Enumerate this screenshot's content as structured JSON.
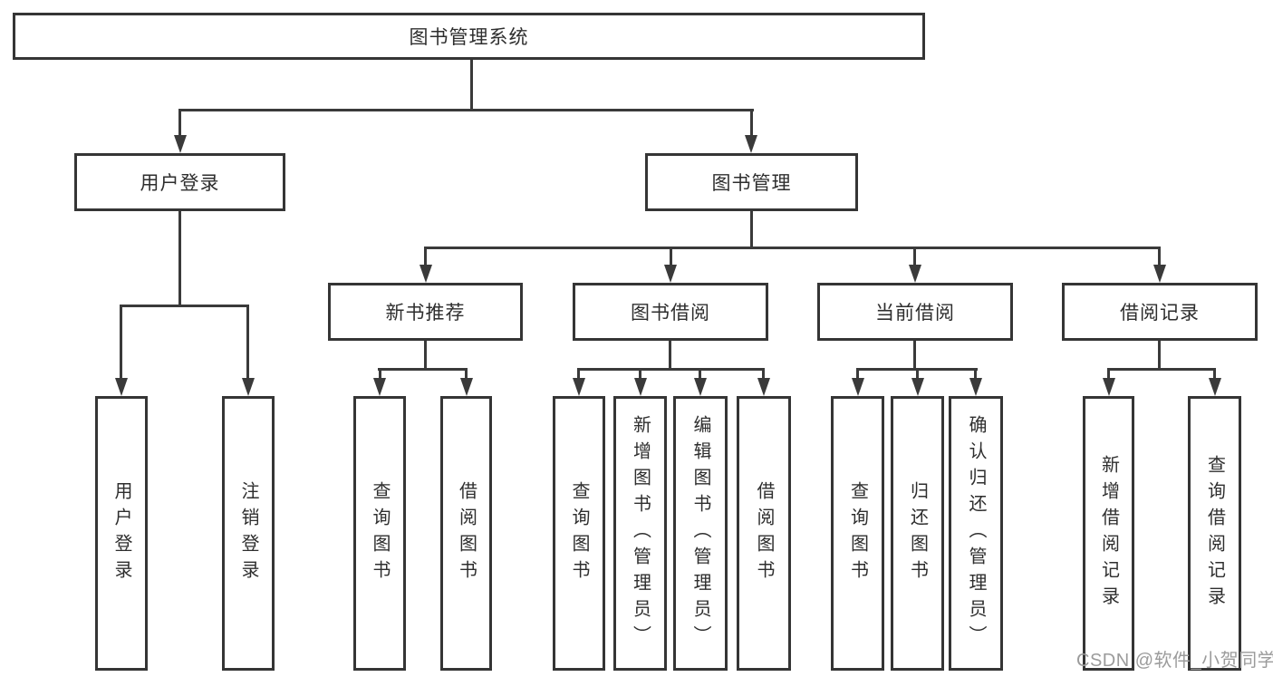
{
  "diagram": {
    "root": {
      "label": "图书管理系统"
    },
    "level1": {
      "user_login": {
        "label": "用户登录"
      },
      "book_management": {
        "label": "图书管理"
      }
    },
    "level2": {
      "new_books": {
        "label": "新书推荐"
      },
      "book_borrowing": {
        "label": "图书借阅"
      },
      "current_borrowing": {
        "label": "当前借阅"
      },
      "borrowing_records": {
        "label": "借阅记录"
      }
    },
    "leaves": {
      "user_login": [
        "用户登录",
        "注销登录"
      ],
      "new_books": [
        "查询图书",
        "借阅图书"
      ],
      "book_borrowing": [
        "查询图书",
        "新增图书（管理员）",
        "编辑图书（管理员）",
        "借阅图书"
      ],
      "current_borrowing": [
        "查询图书",
        "归还图书",
        "确认归还（管理员）"
      ],
      "borrowing_records": [
        "新增借阅记录",
        "查询借阅记录"
      ]
    },
    "colors": {
      "line": "#3a3a3a",
      "box_border": "#353535",
      "box_fill": "#ffffff",
      "text": "#2e2e2e",
      "watermark": "#9b9b9b"
    },
    "watermark": "CSDN @软件_小贺同学"
  }
}
